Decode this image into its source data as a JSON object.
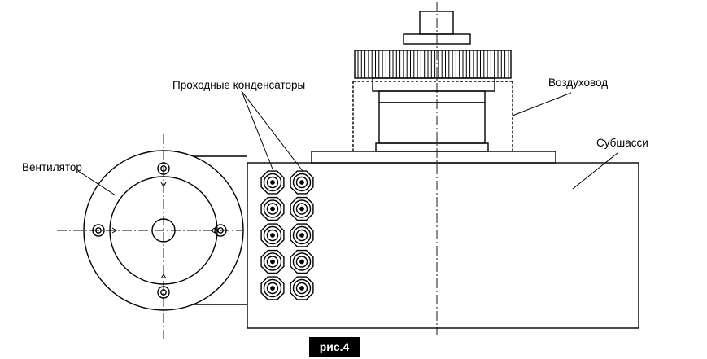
{
  "labels": {
    "feedthrough_capacitors": "Проходные конденсаторы",
    "air_duct": "Воздуховод",
    "fan": "Вентилятор",
    "sub_chassis": "Субшасси"
  },
  "figure_caption": "рис.4",
  "capacitor_grid": {
    "columns": 2,
    "rows": 5
  },
  "colors": {
    "line": "#000000",
    "background": "#ffffff",
    "caption_bg": "#000000",
    "caption_text": "#ffffff"
  }
}
